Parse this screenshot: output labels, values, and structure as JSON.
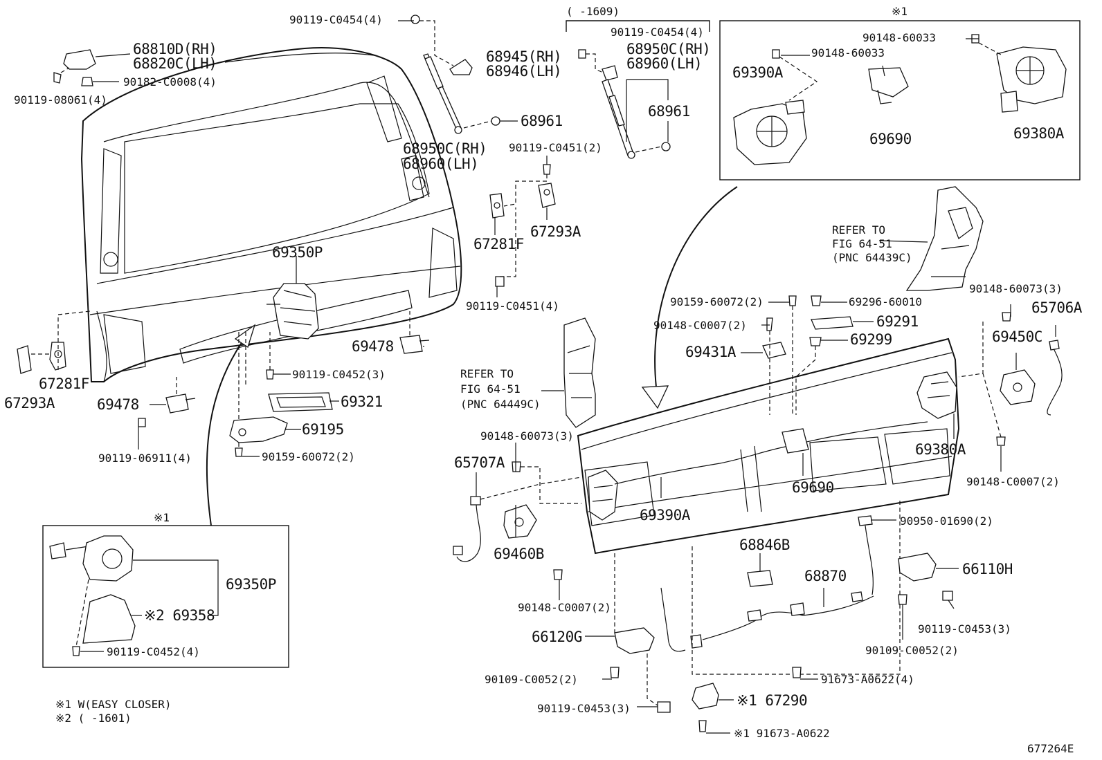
{
  "diagram_id": "677264E",
  "notes": {
    "note1": "※1 W(EASY CLOSER)",
    "note2": "※2 (      -1601)"
  },
  "inset_labels": {
    "top_range": "(      -1609)",
    "top_inset_mark": "※1",
    "bottom_inset_mark": "※1"
  },
  "refer_left": [
    "REFER TO",
    "FIG 64-51",
    "(PNC 64449C)"
  ],
  "refer_right": [
    "REFER TO",
    "FIG 64-51",
    "(PNC 64439C)"
  ],
  "parts": {
    "p90119_C0454_a": "90119-C0454(4)",
    "p68810D": "68810D(RH)",
    "p68820C": "68820C(LH)",
    "p90182": "90182-C0008(4)",
    "p90119_08061": "90119-08061(4)",
    "p68945": "68945(RH)",
    "p68946": "68946(LH)",
    "p68961_a": "68961",
    "p68950C_a": "68950C(RH)",
    "p68960_a": "68960(LH)",
    "p90119_C0451_a": "90119-C0451(2)",
    "p67281F_a": "67281F",
    "p67293A_a": "67293A",
    "p90119_C0451_b": "90119-C0451(4)",
    "p69350P_a": "69350P",
    "p69478_a": "69478",
    "p90119_C0452_a": "90119-C0452(3)",
    "p69321": "69321",
    "p69195": "69195",
    "p90159_60072_a": "90159-60072(2)",
    "p90119_06911": "90119-06911(4)",
    "p69478_b": "69478",
    "p67281F_b": "67281F",
    "p67293A_b": "67293A",
    "p90119_C0454_b": "90119-C0454(4)",
    "p68950C_b": "68950C(RH)",
    "p68960_b": "68960(LH)",
    "p68961_b": "68961",
    "p90148_60033_a": "90148-60033",
    "p90148_60033_b": "90148-60033",
    "p69390A_a": "69390A",
    "p69690_a": "69690",
    "p69380A_a": "69380A",
    "p90159_60072_b": "90159-60072(2)",
    "p69296": "69296-60010",
    "p90148_C0007_a": "90148-C0007(2)",
    "p69291": "69291",
    "p69299": "69299",
    "p69431A": "69431A",
    "p90148_60073_a": "90148-60073(3)",
    "p65706A": "65706A",
    "p69450C": "69450C",
    "p90148_60073_b": "90148-60073(3)",
    "p65707A": "65707A",
    "p69380A_b": "69380A",
    "p90148_C0007_b": "90148-C0007(2)",
    "p69690_b": "69690",
    "p69390A_b": "69390A",
    "p69460B": "69460B",
    "p90950": "90950-01690(2)",
    "p68846B": "68846B",
    "p68870": "68870",
    "p66110H": "66110H",
    "p90148_C0007_c": "90148-C0007(2)",
    "p90119_C0453_a": "90119-C0453(3)",
    "p66120G": "66120G",
    "p90109_C0052_a": "90109-C0052(2)",
    "p90109_C0052_b": "90109-C0052(2)",
    "p91673_A0622_a": "91673-A0622(4)",
    "p90119_C0453_b": "90119-C0453(3)",
    "p67290": "※1 67290",
    "p91673_A0622_b": "※1 91673-A0622",
    "p69350P_b": "69350P",
    "p69358": "※2 69358",
    "p90119_C0452_b": "90119-C0452(4)"
  }
}
